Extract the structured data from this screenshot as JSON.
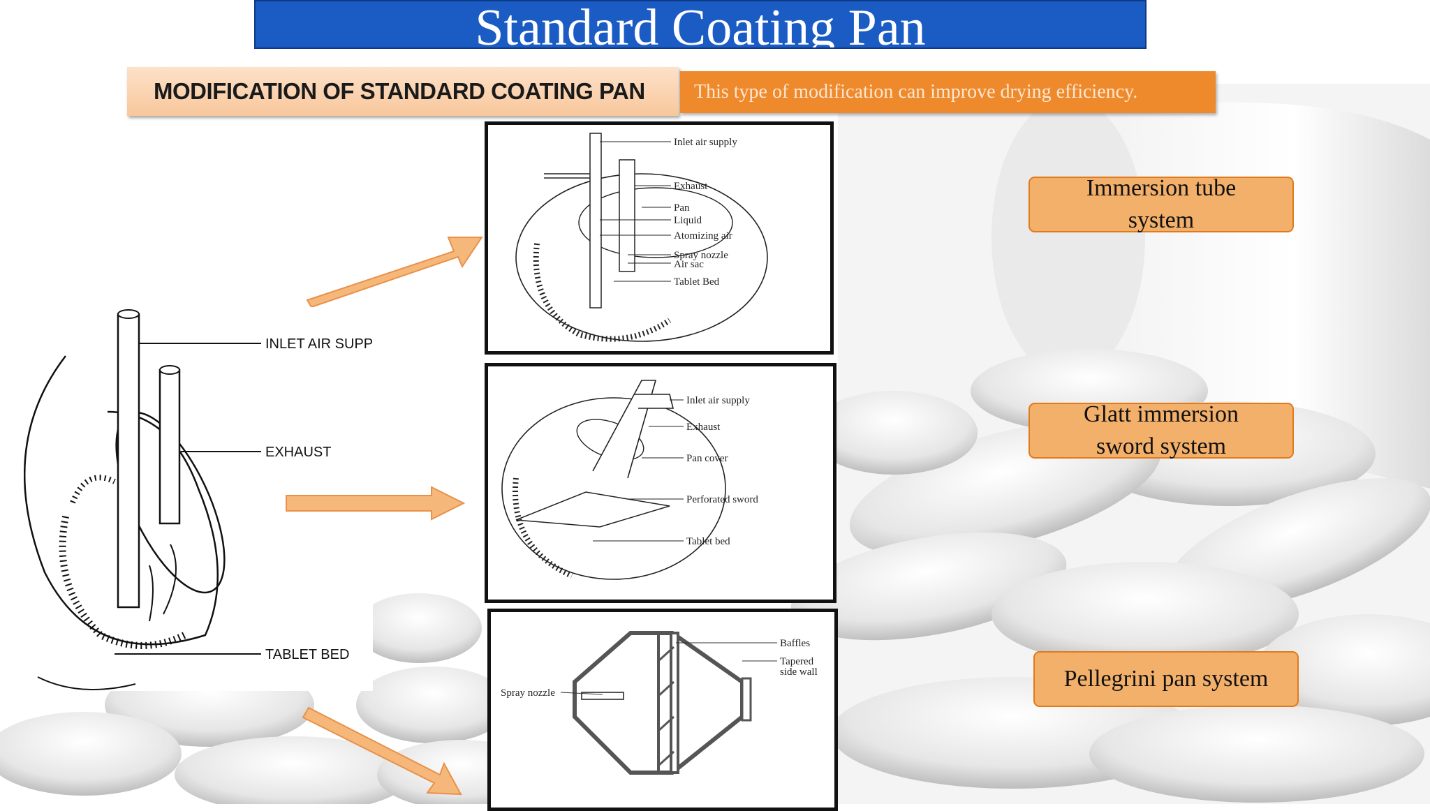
{
  "title": "Standard Coating Pan",
  "subtitle_left": "MODIFICATION OF STANDARD COATING PAN",
  "subtitle_right": "This type of modification can improve drying efficiency.",
  "main_diagram": {
    "labels": [
      "INLET AIR SUPPLY",
      "EXHAUST",
      "TABLET BED"
    ]
  },
  "panel1": {
    "labels": [
      "Inlet air supply",
      "Exhaust",
      "Pan",
      "Liquid",
      "Atomizing air",
      "Spray nozzle",
      "Air sac",
      "Tablet Bed"
    ]
  },
  "panel2": {
    "labels": [
      "Inlet air supply",
      "Exhaust",
      "Pan cover",
      "Perforated sword",
      "Tablet bed"
    ]
  },
  "panel3": {
    "labels": [
      "Baffles",
      "Tapered",
      "side wall",
      "Spray nozzle"
    ]
  },
  "systems": [
    "Immersion tube system",
    "Glatt immersion sword system",
    "Pellegrini pan system"
  ],
  "colors": {
    "title_bg": "#1a5cc4",
    "accent_orange": "#ef8a2c",
    "box_fill": "#f3b06b"
  }
}
